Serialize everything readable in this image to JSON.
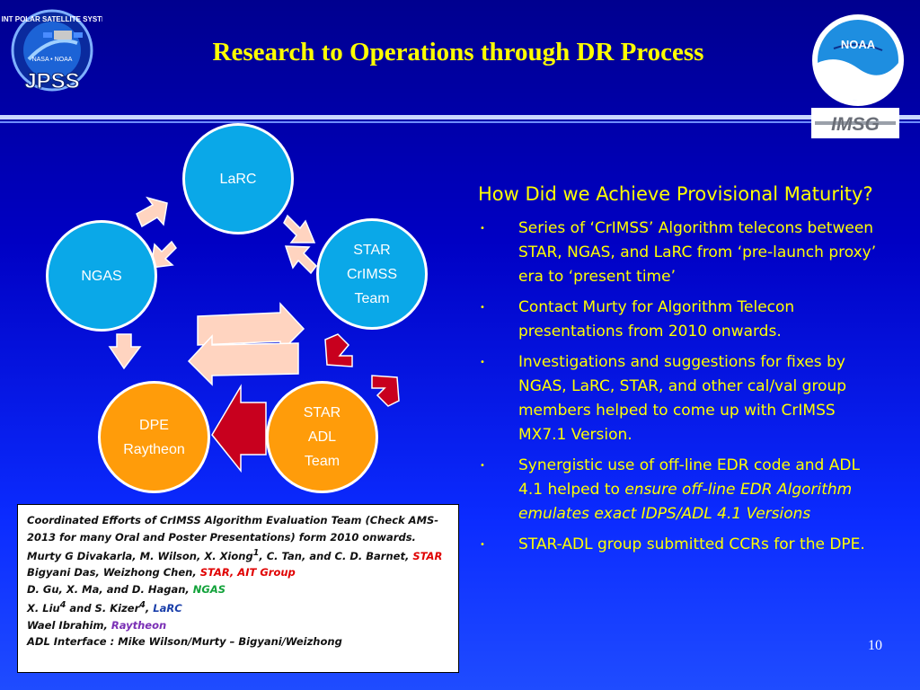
{
  "slide": {
    "title": "Research to Operations through DR Process",
    "page_number": "10"
  },
  "logos": {
    "jpss": {
      "text": "JPSS",
      "ring_text": "JOINT POLAR SATELLITE SYSTEM",
      "sub_text": "NASA • NOAA"
    },
    "noaa": {
      "text": "NOAA"
    },
    "imsg": {
      "text": "IMSG"
    }
  },
  "diagram": {
    "larc": "LaRC",
    "ngas": "NGAS",
    "star_crimss": "STAR\nCrIMSS\nTeam",
    "dpe": "DPE\nRaytheon",
    "star_adl": "STAR\nADL\nTeam"
  },
  "bullets": {
    "heading": "How Did we Achieve Provisional Maturity?",
    "marker": "•",
    "items": [
      {
        "text": "Series of ‘CrIMSS’ Algorithm telecons between STAR, NGAS, and LaRC from ‘pre-launch proxy’ era to ‘present time’"
      },
      {
        "text": "Contact Murty for Algorithm Telecon presentations from 2010 onwards."
      },
      {
        "text": "Investigations and suggestions for fixes by NGAS, LaRC, STAR, and other cal/val group members helped to come up with CrIMSS MX7.1 Version."
      },
      {
        "text": "Synergistic use of off-line EDR code and ADL 4.1 helped to ",
        "italic": "ensure off-line EDR Algorithm emulates exact IDPS/ADL 4.1 Versions"
      },
      {
        "text": "STAR-ADL group submitted CCRs for the DPE."
      }
    ]
  },
  "credits": {
    "heading": "Coordinated Efforts of CrIMSS Algorithm Evaluation Team (Check AMS-2013 for many Oral and Poster Presentations) form 2010 onwards.",
    "line1_a": "Murty G Divakarla, M. Wilson, X. Xiong",
    "line1_sup": "1",
    "line1_b": ", C. Tan, and C. D. Barnet, ",
    "line1_org": "STAR",
    "line2_a": "Bigyani Das, Weizhong Chen, ",
    "line2_org": "STAR, AIT Group",
    "line3_a": "D. Gu, X. Ma, and D. Hagan, ",
    "line3_org": "NGAS",
    "line4_a": "X. Liu",
    "line4_sup1": "4",
    "line4_b": " and S. Kizer",
    "line4_sup2": "4",
    "line4_c": ", ",
    "line4_org": "LaRC",
    "line5_a": "Wael Ibrahim, ",
    "line5_org": "Raytheon",
    "line6": "ADL Interface : Mike Wilson/Murty – Bigyani/Weizhong"
  },
  "colors": {
    "title": "#ffff00",
    "bullet_text": "#ffff00",
    "node_blue": "#0aa8e8",
    "node_orange": "#ff9c0a",
    "arrow_pink": "#ffd4c0",
    "arrow_red": "#c8001e",
    "star_red": "#e00000",
    "ngas_green": "#12a23a",
    "larc_navy": "#1a3faa",
    "raytheon_purple": "#7a2fb5"
  }
}
